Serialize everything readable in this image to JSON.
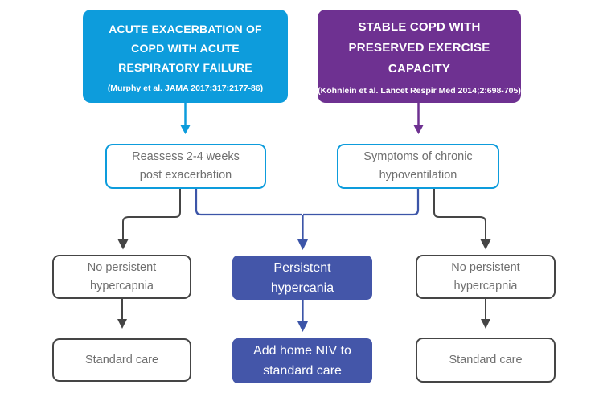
{
  "colors": {
    "azure": "#0D9CDC",
    "purple": "#6E3191",
    "indigo_fill": "#4456A9",
    "indigo_line": "#3C55A8",
    "gray_line": "#454545",
    "gray_text": "#6F6F6F"
  },
  "flowchart": {
    "source_left": {
      "title": "ACUTE EXACERBATION OF\nCOPD WITH ACUTE\nRESPIRATORY FAILURE",
      "citation": "(Murphy et al. JAMA 2017;317:2177-86)"
    },
    "source_right": {
      "title": "STABLE COPD WITH\nPRESERVED EXERCISE\nCAPACITY",
      "citation": "(Köhnlein et al. Lancet Respir Med 2014;2:698-705)"
    },
    "assessment_left": "Reassess 2-4 weeks\npost exacerbation",
    "assessment_right": "Symptoms of chronic\nhypoventilation",
    "outcome_left": "No persistent\nhypercapnia",
    "outcome_center": "Persistent\nhypercania",
    "outcome_right": "No persistent\nhypercapnia",
    "action_left": "Standard care",
    "action_center": "Add home NIV to\nstandard care",
    "action_right": "Standard care"
  }
}
